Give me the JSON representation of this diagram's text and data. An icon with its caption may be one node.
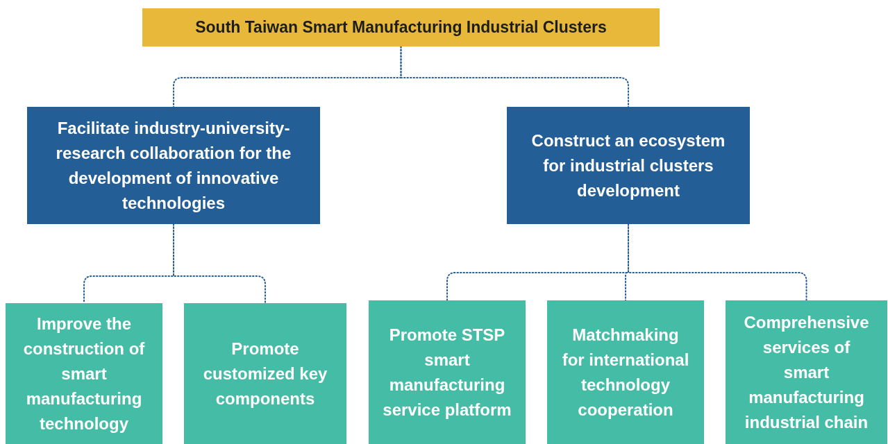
{
  "diagram": {
    "nodes": [
      {
        "text": [
          "South Taiwan Smart Manufacturing Industrial Clusters"
        ]
      },
      {
        "text": [
          "Facilitate industry-university-research collaboration for the development of innovative technologies"
        ]
      },
      {
        "text": [
          "Construct an ecosystem for industrial clusters development"
        ]
      },
      {
        "text": [
          "Improve the construction of smart manufacturing technology"
        ]
      },
      {
        "text": [
          "Promote customized key components"
        ]
      },
      {
        "text": [
          "Promote STSP smart manufacturing service platform"
        ]
      },
      {
        "text": [
          "Matchmaking for international technology cooperation"
        ]
      },
      {
        "text": [
          "Comprehensive services of smart manufacturing industrial chain"
        ]
      }
    ],
    "edges": [
      {
        "from": 0,
        "to": 1,
        "arrow": "none"
      },
      {
        "from": 0,
        "to": 2,
        "arrow": "none"
      },
      {
        "from": 1,
        "to": 3,
        "arrow": "none"
      },
      {
        "from": 1,
        "to": 4,
        "arrow": "none"
      },
      {
        "from": 2,
        "to": 5,
        "arrow": "none"
      },
      {
        "from": 2,
        "to": 6,
        "arrow": "none"
      },
      {
        "from": 2,
        "to": 7,
        "arrow": "none"
      }
    ]
  }
}
